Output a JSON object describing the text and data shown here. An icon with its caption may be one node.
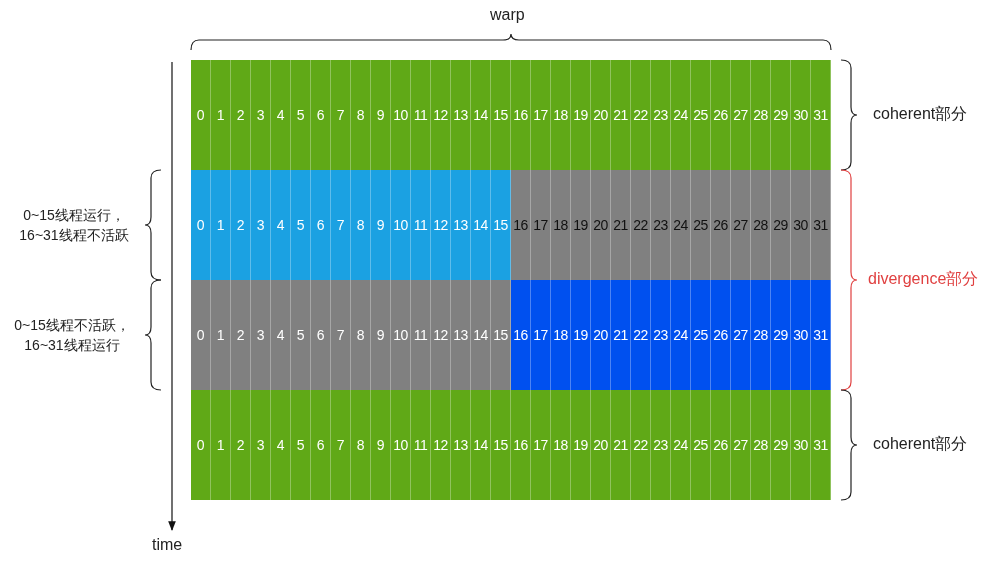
{
  "diagram": {
    "labels": [
      "warp",
      "0",
      "1",
      "2",
      "3",
      "4",
      "5",
      "6",
      "7",
      "8",
      "9",
      "10",
      "11",
      "12",
      "13",
      "14",
      "15",
      "16",
      "17",
      "18",
      "19",
      "20",
      "21",
      "22",
      "23",
      "24",
      "25",
      "26",
      "27",
      "28",
      "29",
      "30",
      "31",
      "coherent部分",
      "0~15线程运行，16~31线程不活跃",
      "0",
      "1",
      "2",
      "3",
      "4",
      "5",
      "6",
      "7",
      "8",
      "9",
      "10",
      "11",
      "12",
      "13",
      "14",
      "15",
      "16",
      "17",
      "18",
      "19",
      "20",
      "21",
      "22",
      "23",
      "24",
      "25",
      "26",
      "27",
      "28",
      "29",
      "30",
      "31",
      "divergence部分",
      "0~15线程不活跃，16~31线程运行",
      "0",
      "1",
      "2",
      "3",
      "4",
      "5",
      "6",
      "7",
      "8",
      "9",
      "10",
      "11",
      "12",
      "13",
      "14",
      "15",
      "16",
      "17",
      "18",
      "19",
      "20",
      "21",
      "22",
      "23",
      "24",
      "25",
      "26",
      "27",
      "28",
      "29",
      "30",
      "31",
      "0",
      "1",
      "2",
      "3",
      "4",
      "5",
      "6",
      "7",
      "8",
      "9",
      "10",
      "11",
      "12",
      "13",
      "14",
      "15",
      "16",
      "17",
      "18",
      "19",
      "20",
      "21",
      "22",
      "23",
      "24",
      "25",
      "26",
      "27",
      "28",
      "29",
      "30",
      "31",
      "coherent部分",
      "time"
    ]
  }
}
